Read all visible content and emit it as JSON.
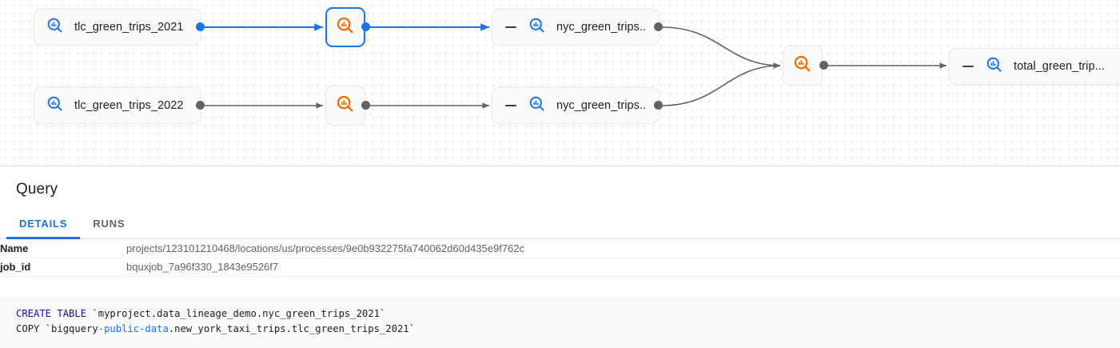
{
  "graph": {
    "nodes": [
      {
        "id": "tlc2021",
        "label": "tlc_green_trips_2021",
        "type": "table",
        "icon": "bigquery-table-icon",
        "selected": false,
        "collapsible": false
      },
      {
        "id": "tlc2022",
        "label": "tlc_green_trips_2022",
        "type": "table",
        "icon": "bigquery-table-icon",
        "selected": false,
        "collapsible": false
      },
      {
        "id": "proc1",
        "label": "",
        "type": "process",
        "icon": "bigquery-process-icon",
        "selected": true,
        "collapsible": false
      },
      {
        "id": "proc2",
        "label": "",
        "type": "process",
        "icon": "bigquery-process-icon",
        "selected": false,
        "collapsible": false
      },
      {
        "id": "nyc1",
        "label": "nyc_green_trips...",
        "type": "table",
        "icon": "bigquery-table-icon",
        "selected": false,
        "collapsible": true
      },
      {
        "id": "nyc2",
        "label": "nyc_green_trips...",
        "type": "table",
        "icon": "bigquery-table-icon",
        "selected": false,
        "collapsible": true
      },
      {
        "id": "proc3",
        "label": "",
        "type": "process",
        "icon": "bigquery-process-icon",
        "selected": false,
        "collapsible": false
      },
      {
        "id": "total",
        "label": "total_green_trip...",
        "type": "table",
        "icon": "bigquery-table-icon",
        "selected": false,
        "collapsible": true
      }
    ],
    "colors": {
      "selected_edge": "#1a73e8",
      "edge": "#5f6368",
      "process_icon": "#ef6c00",
      "table_icon": "#1a73e8",
      "node_fill": "#fafafa",
      "node_border": "#e8eaed"
    }
  },
  "panel": {
    "title": "Query",
    "tabs": [
      {
        "id": "details",
        "label": "DETAILS",
        "active": true
      },
      {
        "id": "runs",
        "label": "RUNS",
        "active": false
      }
    ],
    "rows": [
      {
        "key": "Name",
        "value": "projects/123101210468/locations/us/processes/9e0b932275fa740062d60d435e9f762c"
      },
      {
        "key": "job_id",
        "value": "bquxjob_7a96f330_1843e9526f7"
      }
    ],
    "sql": {
      "line1_kw": "CREATE TABLE",
      "line1_rest": " `myproject.data_lineage_demo.nyc_green_trips_2021`",
      "line2_pre": "COPY `bigquery",
      "line2_hl": "-public-data",
      "line2_rest": ".new_york_taxi_trips.tlc_green_trips_2021`"
    }
  }
}
